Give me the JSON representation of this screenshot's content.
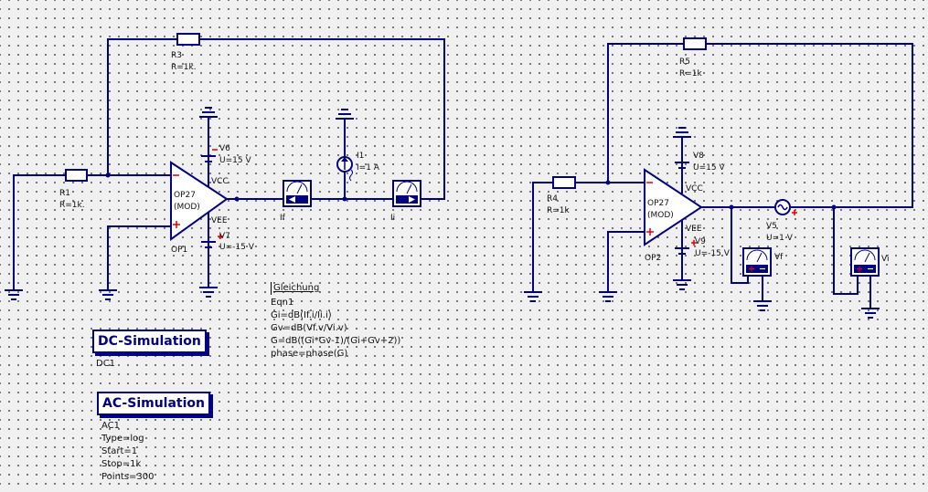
{
  "components": {
    "R1": {
      "name": "R1",
      "value": "R=1k."
    },
    "R3": {
      "name": "R3",
      "value": "R=1k."
    },
    "R4": {
      "name": "R4",
      "value": "R=1k"
    },
    "R5": {
      "name": "R5",
      "value": "R=1k"
    },
    "OP1": {
      "name": "OP1",
      "model": "OP27",
      "sub": "(MOD)",
      "vcc": "VCC",
      "vee": "VEE"
    },
    "OP2": {
      "name": "OP2",
      "model": "OP27",
      "sub": "(MOD)",
      "vcc": "VCC",
      "vee": "VEE"
    },
    "V6": {
      "name": "V6",
      "value": "U=15 V"
    },
    "V7": {
      "name": "V7",
      "value": "U=-15 V"
    },
    "V8": {
      "name": "V8",
      "value": "U=15 V"
    },
    "V9": {
      "name": "V9",
      "value": "U=-15 V"
    },
    "V5": {
      "name": "V5",
      "value": "U=1 V"
    },
    "I1": {
      "name": "I1",
      "value": "I=1 A"
    },
    "If": {
      "name": "If"
    },
    "Ii": {
      "name": "Ii"
    },
    "Vf": {
      "name": "Vf"
    },
    "Vi": {
      "name": "Vi"
    }
  },
  "equation": {
    "title": "Gleichung",
    "name": "Eqn1",
    "lines": [
      "Gi=dB(If.i/Ii.i)",
      "Gv=dB(Vf.v/Vi.v)",
      "G=dB((Gi*Gv-1)/(Gi+Gv+2))",
      "phase=phase(G)"
    ]
  },
  "dc_sim": {
    "title": "DC-Simulation",
    "name": "DC1"
  },
  "ac_sim": {
    "title": "AC-Simulation",
    "name": "AC1",
    "params": [
      "Type=log",
      "Start=1",
      "Stop=1k",
      "Points=300"
    ]
  }
}
